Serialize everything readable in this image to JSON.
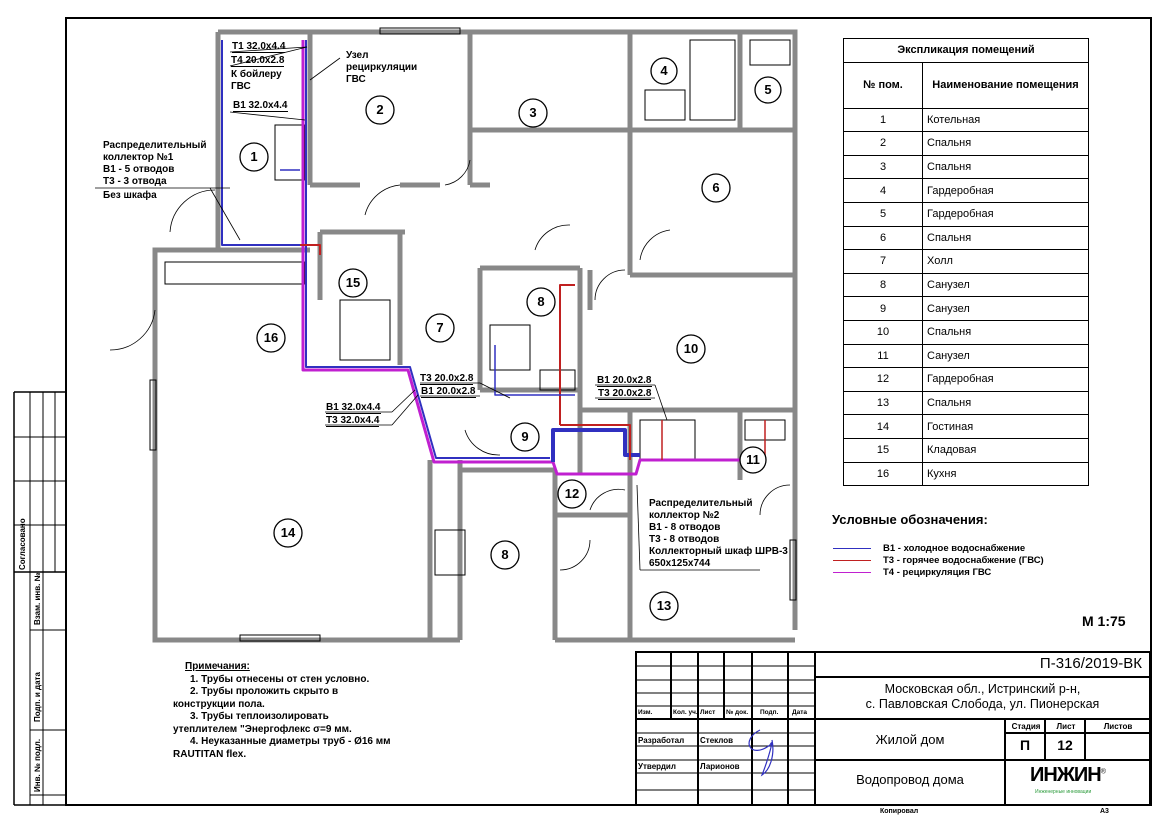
{
  "plan": {
    "rooms": [
      "1",
      "2",
      "3",
      "4",
      "5",
      "6",
      "7",
      "8",
      "9",
      "10",
      "11",
      "12",
      "13",
      "14",
      "15",
      "16",
      "8"
    ],
    "annotations": {
      "t1": "Т1 32.0x4.4",
      "t4": "Т4 20.0x2.8",
      "to_boiler": [
        "К бойлеру",
        "ГВС"
      ],
      "b1_main": "В1 32.0x4.4",
      "recirc_node": [
        "Узел",
        "рециркуляции",
        "ГВС"
      ],
      "collector1": [
        "Распределительный",
        "коллектор №1",
        "В1 - 5 отводов",
        "Т3 - 3 отвода",
        "Без шкафа"
      ],
      "b1_32": "В1 32.0x4.4",
      "t3_32": "Т3 32.0x4.4",
      "t3_20_a": "Т3 20.0x2.8",
      "b1_20_a": "В1 20.0x2.8",
      "b1_20_b": "В1 20.0x2.8",
      "t3_20_b": "Т3 20.0x2.8",
      "collector2": [
        "Распределительный",
        "коллектор №2",
        "В1 - 8 отводов",
        "Т3 - 8 отводов",
        "Коллекторный шкаф ШРВ-3",
        "650x125x744"
      ]
    }
  },
  "explication": {
    "title": "Экспликация помещений",
    "col_num": "№ пом.",
    "col_name": "Наименование помещения",
    "rows": [
      {
        "n": "1",
        "name": "Котельная"
      },
      {
        "n": "2",
        "name": "Спальня"
      },
      {
        "n": "3",
        "name": "Спальня"
      },
      {
        "n": "4",
        "name": "Гардеробная"
      },
      {
        "n": "5",
        "name": "Гардеробная"
      },
      {
        "n": "6",
        "name": "Спальня"
      },
      {
        "n": "7",
        "name": "Холл"
      },
      {
        "n": "8",
        "name": "Санузел"
      },
      {
        "n": "9",
        "name": "Санузел"
      },
      {
        "n": "10",
        "name": "Спальня"
      },
      {
        "n": "11",
        "name": "Санузел"
      },
      {
        "n": "12",
        "name": "Гардеробная"
      },
      {
        "n": "13",
        "name": "Спальня"
      },
      {
        "n": "14",
        "name": "Гостиная"
      },
      {
        "n": "15",
        "name": "Кладовая"
      },
      {
        "n": "16",
        "name": "Кухня"
      }
    ]
  },
  "legend": {
    "title": "Условные обозначения:",
    "items": [
      {
        "label": "В1 - холодное водоснабжение",
        "color": "#3030c0"
      },
      {
        "label": "Т3 - горячее водоснабжение (ГВС)",
        "color": "#c02020"
      },
      {
        "label": "Т4 - рециркуляция ГВС",
        "color": "#c020d0"
      }
    ]
  },
  "scale": "М 1:75",
  "notes": {
    "title": "Примечания:",
    "items": [
      "1.    Трубы отнесены от стен условно.",
      "2.    Трубы проложить скрыто в",
      "конструкции пола.",
      "3.    Трубы теплоизолировать",
      "утеплителем \"Энергофлекс σ=9 мм.",
      "4.    Неуказанные диаметры труб - Ø16 мм",
      "RAUTITAN flex."
    ]
  },
  "title_block": {
    "code": "П-316/2019-ВК",
    "address": [
      "Московская обл., Истринский р-н,",
      "с. Павловская Слобода, ул. Пионерская"
    ],
    "object": "Жилой дом",
    "sheet_title": "Водопровод дома",
    "cols": [
      "Изм.",
      "Кол. уч.",
      "Лист",
      "№ док.",
      "Подп.",
      "Дата"
    ],
    "developed_label": "Разработал",
    "developed_name": "Стеклов",
    "approved_label": "Утвердил",
    "approved_name": "Ларионов",
    "stage_label": "Стадия",
    "sheet_label": "Лист",
    "sheets_label": "Листов",
    "stage": "П",
    "sheet": "12",
    "logo": "ИНЖИН",
    "logo_sub": "Инженерные инновации",
    "copied": "Копировал",
    "format": "А3"
  },
  "side_stamp": {
    "agreed": "Согласовано",
    "inv_replace": "Взам. инв. №",
    "sign_date": "Подп. и дата",
    "inv_orig": "Инв. № подл."
  }
}
